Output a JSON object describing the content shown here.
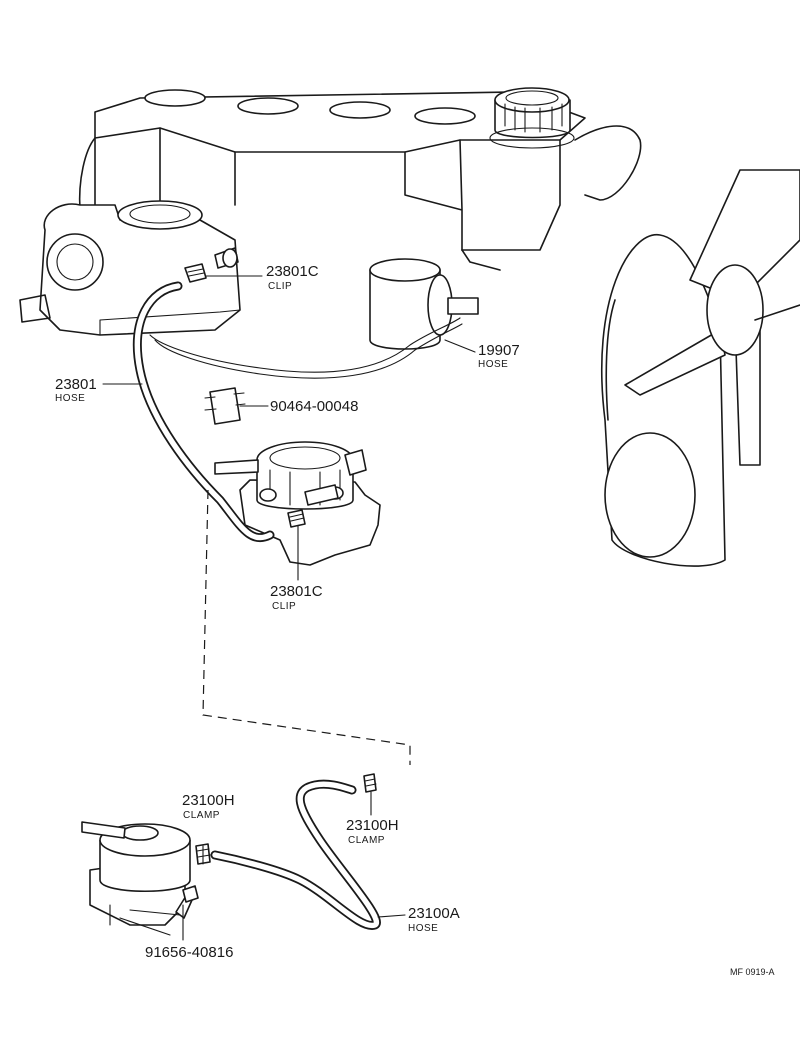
{
  "labels": {
    "clip_upper": {
      "number": "23801C",
      "name": "CLIP"
    },
    "hose_19907": {
      "number": "19907",
      "name": "HOSE"
    },
    "hose_23801": {
      "number": "23801",
      "name": "HOSE"
    },
    "part_90464": {
      "number": "90464-00048"
    },
    "clip_lower": {
      "number": "23801C",
      "name": "CLIP"
    },
    "clamp_left": {
      "number": "23100H",
      "name": "CLAMP"
    },
    "clamp_right": {
      "number": "23100H",
      "name": "CLAMP"
    },
    "hose_23100a": {
      "number": "23100A",
      "name": "HOSE"
    },
    "bolt_91656": {
      "number": "91656-40816"
    }
  },
  "reference_code": "MF 0919-A",
  "colors": {
    "ink": "#1a1a1a",
    "paper": "#ffffff"
  }
}
